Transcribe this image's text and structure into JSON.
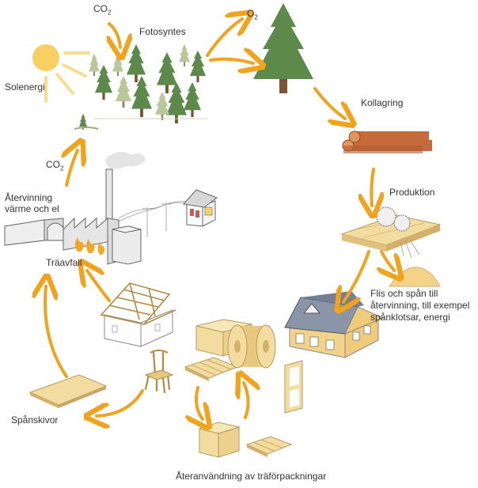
{
  "labels": {
    "solenergi": "Solenergi",
    "co2_top": "CO",
    "co2_top_sub": "2",
    "fotosyntes": "Fotosyntes",
    "o2": "O",
    "o2_sub": "2",
    "kollagring": "Kollagring",
    "produktion": "Produktion",
    "flis": "Flis och spån till återvinning, till exempel spånklotsar, energi",
    "co2_left": "CO",
    "co2_left_sub": "2",
    "atervinning": "Återvinning värme och el",
    "traavfall": "Träavfall",
    "spanskivor": "Spånskivor",
    "ateranvandning": "Återanvändning av träförpackningar"
  },
  "colors": {
    "arrow": "#f3a21c",
    "sun": "#f7cf63",
    "sun_rays": "#f8dd8c",
    "tree": "#5d8a4a",
    "tree_light": "#b9c79a",
    "trunk": "#7a5532",
    "log": "#c56a3a",
    "wood": "#f3dca0",
    "building": "#e8e8e8",
    "outline": "#555555",
    "fire": "#f5a623"
  },
  "icons": [
    "sun-icon",
    "forest-icon",
    "big-tree-icon",
    "logs-icon",
    "sawmill-icon",
    "sawdust-icon",
    "house-icon",
    "crate-icon",
    "pallet-icon",
    "cable-spool-icon",
    "window-frame-icon",
    "chair-icon",
    "roof-truss-icon",
    "particle-board-icon",
    "factory-icon",
    "sapling-icon"
  ]
}
